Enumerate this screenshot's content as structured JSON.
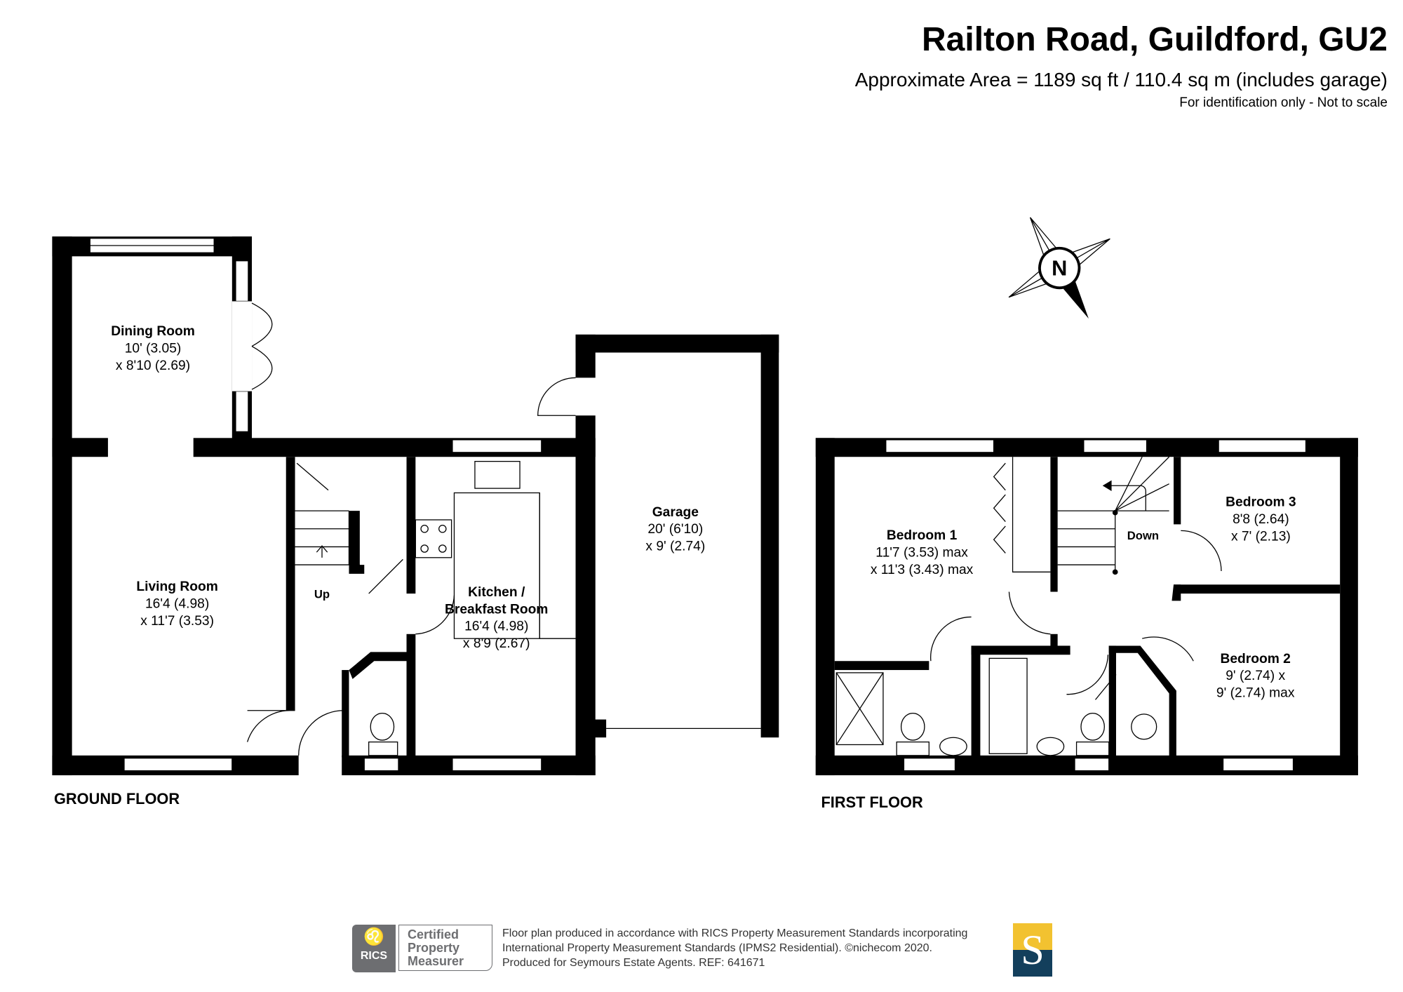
{
  "header": {
    "title": "Railton Road, Guildford, GU2",
    "area": "Approximate Area = 1189 sq ft / 110.4 sq m (includes garage)",
    "note": "For identification only - Not to scale"
  },
  "compass": {
    "label": "N",
    "icon": "north-arrow-icon"
  },
  "ground_floor": {
    "label": "GROUND FLOOR",
    "stairs_label": "Up",
    "rooms": [
      {
        "name": "Dining Room",
        "dim1": "10' (3.05)",
        "dim2": "x 8'10 (2.69)"
      },
      {
        "name": "Living Room",
        "dim1": "16'4 (4.98)",
        "dim2": "x 11'7 (3.53)"
      },
      {
        "name": "Kitchen /",
        "name2": "Breakfast Room",
        "dim1": "16'4 (4.98)",
        "dim2": "x 8'9 (2.67)"
      },
      {
        "name": "Garage",
        "dim1": "20' (6'10)",
        "dim2": "x 9' (2.74)"
      }
    ]
  },
  "first_floor": {
    "label": "FIRST FLOOR",
    "stairs_label": "Down",
    "rooms": [
      {
        "name": "Bedroom 1",
        "dim1": "11'7 (3.53) max",
        "dim2": "x 11'3 (3.43) max"
      },
      {
        "name": "Bedroom 3",
        "dim1": "8'8 (2.64)",
        "dim2": "x 7' (2.13)"
      },
      {
        "name": "Bedroom 2",
        "dim1": "9' (2.74) x",
        "dim2": "9' (2.74) max"
      }
    ]
  },
  "footer": {
    "rics_logo": "RICS",
    "cert_lines": [
      "Certified",
      "Property",
      "Measurer"
    ],
    "text_lines": [
      "Floor plan produced in accordance with RICS Property Measurement Standards incorporating",
      "International Property Measurement Standards (IPMS2 Residential).   ©nichecom 2020.",
      "Produced for Seymours Estate Agents.   REF:  641671"
    ],
    "agent_logo": "S",
    "colors": {
      "rics_grey": "#6d6e71",
      "agent_yellow": "#f2c230",
      "agent_navy": "#133f5c"
    }
  }
}
